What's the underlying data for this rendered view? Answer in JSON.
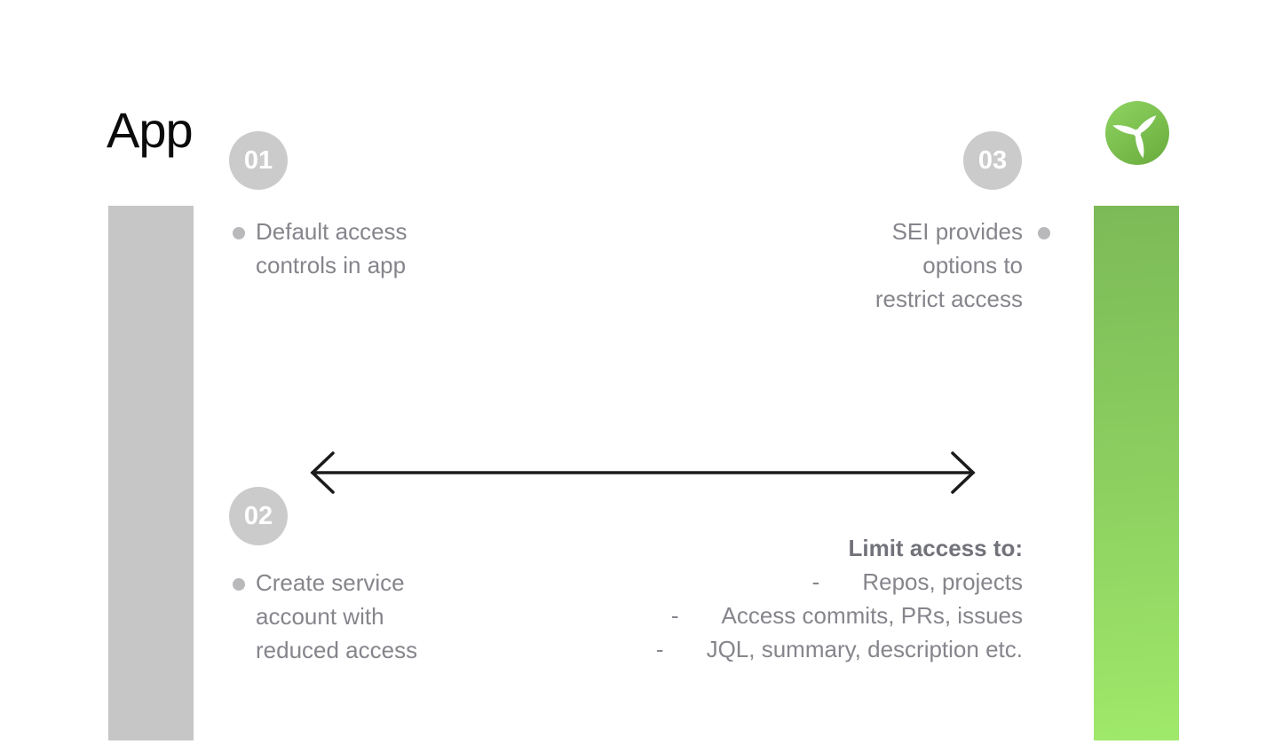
{
  "title": "App",
  "logo": {
    "name": "propeller-logo",
    "circle_color_top": "#8fd463",
    "circle_color_bottom": "#6db041",
    "blade_color": "#ffffff"
  },
  "bars": {
    "left_color": "#c6c6c7",
    "right_gradient_top": "#7cba57",
    "right_gradient_bottom": "#9fe96a"
  },
  "steps": [
    {
      "number": "01",
      "text": "Default access\ncontrols in app"
    },
    {
      "number": "02",
      "text": "Create service\naccount with\nreduced access"
    },
    {
      "number": "03",
      "text": "SEI provides\noptions to\nrestrict access"
    }
  ],
  "arrow": {
    "type": "double-headed",
    "color": "#1b1b1b"
  },
  "limit_list": {
    "heading": "Limit access to:",
    "dash": "-",
    "items": [
      "Repos, projects",
      "Access commits, PRs, issues",
      "JQL, summary, description etc."
    ]
  }
}
